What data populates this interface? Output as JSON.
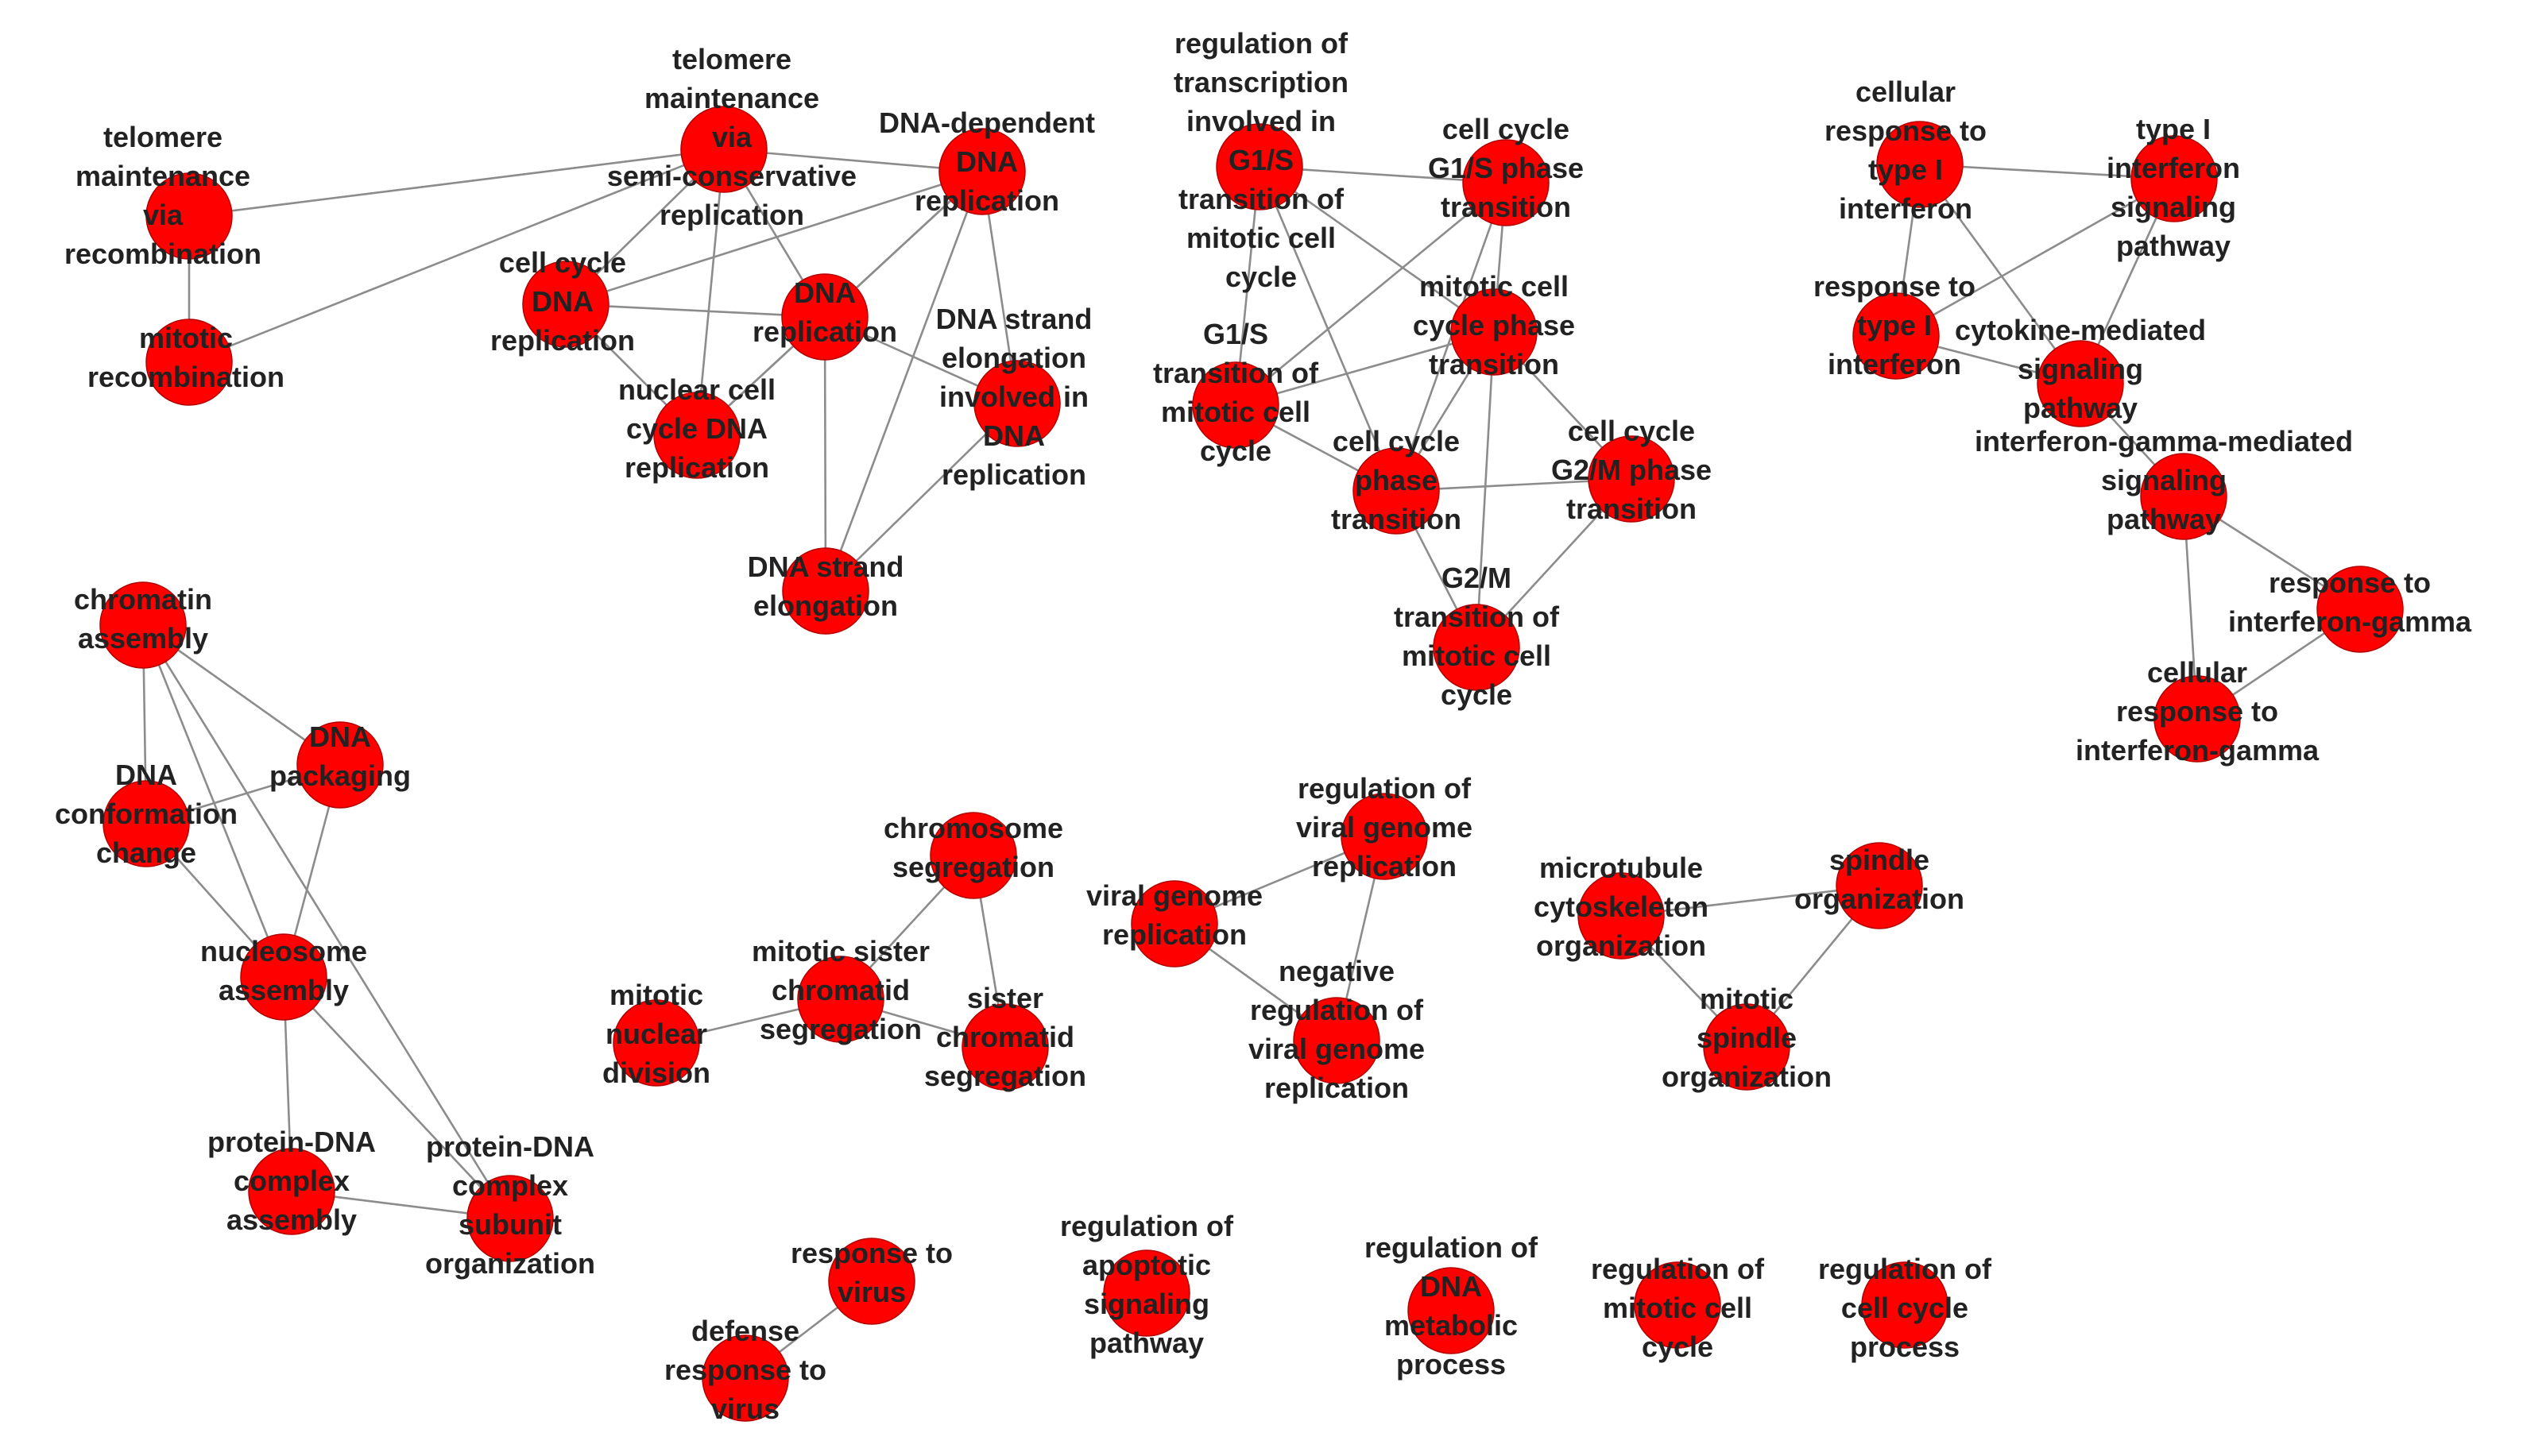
{
  "colors": {
    "node_fill": "#ff0000",
    "edge": "#8c8c8c",
    "label": "#222222"
  },
  "nodes": [
    {
      "id": "tm_recomb",
      "label": [
        "telomere",
        "maintenance",
        "via",
        "recombination"
      ]
    },
    {
      "id": "mitotic_recomb",
      "label": [
        "mitotic",
        "recombination"
      ]
    },
    {
      "id": "tm_semicons",
      "label": [
        "telomere",
        "maintenance",
        "via",
        "semi-conservative",
        "replication"
      ]
    },
    {
      "id": "dna_dep_rep",
      "label": [
        "DNA-dependent",
        "DNA",
        "replication"
      ]
    },
    {
      "id": "cc_dna_rep",
      "label": [
        "cell cycle",
        "DNA",
        "replication"
      ]
    },
    {
      "id": "dna_rep",
      "label": [
        "DNA",
        "replication"
      ]
    },
    {
      "id": "nuclear_cc_dna_rep",
      "label": [
        "nuclear cell",
        "cycle DNA",
        "replication"
      ]
    },
    {
      "id": "strand_elong_rep",
      "label": [
        "DNA strand",
        "elongation",
        "involved in",
        "DNA",
        "replication"
      ]
    },
    {
      "id": "dna_strand_elong",
      "label": [
        "DNA strand",
        "elongation"
      ]
    },
    {
      "id": "reg_tx_g1s",
      "label": [
        "regulation of",
        "transcription",
        "involved in",
        "G1/S",
        "transition of",
        "mitotic cell",
        "cycle"
      ]
    },
    {
      "id": "cc_g1s_phase",
      "label": [
        "cell cycle",
        "G1/S phase",
        "transition"
      ]
    },
    {
      "id": "mitotic_cc_phase",
      "label": [
        "mitotic cell",
        "cycle phase",
        "transition"
      ]
    },
    {
      "id": "g1s_trans",
      "label": [
        "G1/S",
        "transition of",
        "mitotic cell",
        "cycle"
      ]
    },
    {
      "id": "cc_phase",
      "label": [
        "cell cycle",
        "phase",
        "transition"
      ]
    },
    {
      "id": "cc_g2m_phase",
      "label": [
        "cell cycle",
        "G2/M phase",
        "transition"
      ]
    },
    {
      "id": "g2m_trans",
      "label": [
        "G2/M",
        "transition of",
        "mitotic cell",
        "cycle"
      ]
    },
    {
      "id": "cell_resp_ifn1",
      "label": [
        "cellular",
        "response to",
        "type I",
        "interferon"
      ]
    },
    {
      "id": "ifn1_signal",
      "label": [
        "type I",
        "interferon",
        "signaling",
        "pathway"
      ]
    },
    {
      "id": "resp_ifn1",
      "label": [
        "response to",
        "type I",
        "interferon"
      ]
    },
    {
      "id": "cytokine_signal",
      "label": [
        "cytokine-mediated",
        "signaling",
        "pathway"
      ]
    },
    {
      "id": "ifng_signal",
      "label": [
        "interferon-gamma-mediated",
        "signaling",
        "pathway"
      ]
    },
    {
      "id": "resp_ifng",
      "label": [
        "response to",
        "interferon-gamma"
      ]
    },
    {
      "id": "cell_resp_ifng",
      "label": [
        "cellular",
        "response to",
        "interferon-gamma"
      ]
    },
    {
      "id": "chromatin_assembly",
      "label": [
        "chromatin",
        "assembly"
      ]
    },
    {
      "id": "dna_packaging",
      "label": [
        "DNA",
        "packaging"
      ]
    },
    {
      "id": "dna_conformation",
      "label": [
        "DNA",
        "conformation",
        "change"
      ]
    },
    {
      "id": "nucleosome_assembly",
      "label": [
        "nucleosome",
        "assembly"
      ]
    },
    {
      "id": "pdna_complex_assembly",
      "label": [
        "protein-DNA",
        "complex",
        "assembly"
      ]
    },
    {
      "id": "pdna_subunit_org",
      "label": [
        "protein-DNA",
        "complex",
        "subunit",
        "organization"
      ]
    },
    {
      "id": "chromosome_seg",
      "label": [
        "chromosome",
        "segregation"
      ]
    },
    {
      "id": "mitotic_sister_seg",
      "label": [
        "mitotic sister",
        "chromatid",
        "segregation"
      ]
    },
    {
      "id": "mitotic_nuclear_div",
      "label": [
        "mitotic",
        "nuclear",
        "division"
      ]
    },
    {
      "id": "sister_seg",
      "label": [
        "sister",
        "chromatid",
        "segregation"
      ]
    },
    {
      "id": "reg_viral_rep",
      "label": [
        "regulation of",
        "viral genome",
        "replication"
      ]
    },
    {
      "id": "viral_rep",
      "label": [
        "viral genome",
        "replication"
      ]
    },
    {
      "id": "neg_reg_viral_rep",
      "label": [
        "negative",
        "regulation of",
        "viral genome",
        "replication"
      ]
    },
    {
      "id": "microtubule_org",
      "label": [
        "microtubule",
        "cytoskeleton",
        "organization"
      ]
    },
    {
      "id": "spindle_org",
      "label": [
        "spindle",
        "organization"
      ]
    },
    {
      "id": "mitotic_spindle_org",
      "label": [
        "mitotic",
        "spindle",
        "organization"
      ]
    },
    {
      "id": "resp_virus",
      "label": [
        "response to",
        "virus"
      ]
    },
    {
      "id": "defense_virus",
      "label": [
        "defense",
        "response to",
        "virus"
      ]
    },
    {
      "id": "reg_apoptotic",
      "label": [
        "regulation of",
        "apoptotic",
        "signaling",
        "pathway"
      ]
    },
    {
      "id": "reg_dna_metabolic",
      "label": [
        "regulation of",
        "DNA",
        "metabolic",
        "process"
      ]
    },
    {
      "id": "reg_mitotic_cc",
      "label": [
        "regulation of",
        "mitotic cell",
        "cycle"
      ]
    },
    {
      "id": "reg_cc_process",
      "label": [
        "regulation of",
        "cell cycle",
        "process"
      ]
    }
  ],
  "edges": [
    [
      "tm_recomb",
      "mitotic_recomb"
    ],
    [
      "tm_recomb",
      "tm_semicons"
    ],
    [
      "mitotic_recomb",
      "tm_semicons"
    ],
    [
      "tm_semicons",
      "dna_dep_rep"
    ],
    [
      "tm_semicons",
      "cc_dna_rep"
    ],
    [
      "tm_semicons",
      "dna_rep"
    ],
    [
      "tm_semicons",
      "nuclear_cc_dna_rep"
    ],
    [
      "dna_dep_rep",
      "cc_dna_rep"
    ],
    [
      "dna_dep_rep",
      "dna_rep"
    ],
    [
      "dna_dep_rep",
      "strand_elong_rep"
    ],
    [
      "dna_dep_rep",
      "dna_strand_elong"
    ],
    [
      "dna_dep_rep",
      "nuclear_cc_dna_rep"
    ],
    [
      "cc_dna_rep",
      "dna_rep"
    ],
    [
      "cc_dna_rep",
      "nuclear_cc_dna_rep"
    ],
    [
      "dna_rep",
      "nuclear_cc_dna_rep"
    ],
    [
      "dna_rep",
      "strand_elong_rep"
    ],
    [
      "dna_rep",
      "dna_strand_elong"
    ],
    [
      "strand_elong_rep",
      "dna_strand_elong"
    ],
    [
      "reg_tx_g1s",
      "cc_g1s_phase"
    ],
    [
      "reg_tx_g1s",
      "g1s_trans"
    ],
    [
      "reg_tx_g1s",
      "mitotic_cc_phase"
    ],
    [
      "reg_tx_g1s",
      "cc_phase"
    ],
    [
      "cc_g1s_phase",
      "g1s_trans"
    ],
    [
      "cc_g1s_phase",
      "mitotic_cc_phase"
    ],
    [
      "cc_g1s_phase",
      "cc_phase"
    ],
    [
      "mitotic_cc_phase",
      "g1s_trans"
    ],
    [
      "mitotic_cc_phase",
      "cc_phase"
    ],
    [
      "mitotic_cc_phase",
      "cc_g2m_phase"
    ],
    [
      "mitotic_cc_phase",
      "g2m_trans"
    ],
    [
      "g1s_trans",
      "cc_phase"
    ],
    [
      "cc_phase",
      "cc_g2m_phase"
    ],
    [
      "cc_phase",
      "g2m_trans"
    ],
    [
      "cc_g2m_phase",
      "g2m_trans"
    ],
    [
      "cell_resp_ifn1",
      "ifn1_signal"
    ],
    [
      "cell_resp_ifn1",
      "resp_ifn1"
    ],
    [
      "cell_resp_ifn1",
      "cytokine_signal"
    ],
    [
      "ifn1_signal",
      "resp_ifn1"
    ],
    [
      "ifn1_signal",
      "cytokine_signal"
    ],
    [
      "resp_ifn1",
      "cytokine_signal"
    ],
    [
      "cytokine_signal",
      "ifng_signal"
    ],
    [
      "ifng_signal",
      "resp_ifng"
    ],
    [
      "ifng_signal",
      "cell_resp_ifng"
    ],
    [
      "resp_ifng",
      "cell_resp_ifng"
    ],
    [
      "chromatin_assembly",
      "dna_packaging"
    ],
    [
      "chromatin_assembly",
      "dna_conformation"
    ],
    [
      "chromatin_assembly",
      "nucleosome_assembly"
    ],
    [
      "chromatin_assembly",
      "pdna_subunit_org"
    ],
    [
      "dna_packaging",
      "dna_conformation"
    ],
    [
      "dna_packaging",
      "nucleosome_assembly"
    ],
    [
      "dna_conformation",
      "nucleosome_assembly"
    ],
    [
      "nucleosome_assembly",
      "pdna_complex_assembly"
    ],
    [
      "nucleosome_assembly",
      "pdna_subunit_org"
    ],
    [
      "pdna_complex_assembly",
      "pdna_subunit_org"
    ],
    [
      "chromosome_seg",
      "mitotic_sister_seg"
    ],
    [
      "chromosome_seg",
      "sister_seg"
    ],
    [
      "mitotic_sister_seg",
      "mitotic_nuclear_div"
    ],
    [
      "mitotic_sister_seg",
      "sister_seg"
    ],
    [
      "reg_viral_rep",
      "viral_rep"
    ],
    [
      "reg_viral_rep",
      "neg_reg_viral_rep"
    ],
    [
      "viral_rep",
      "neg_reg_viral_rep"
    ],
    [
      "microtubule_org",
      "spindle_org"
    ],
    [
      "microtubule_org",
      "mitotic_spindle_org"
    ],
    [
      "spindle_org",
      "mitotic_spindle_org"
    ],
    [
      "resp_virus",
      "defense_virus"
    ]
  ]
}
